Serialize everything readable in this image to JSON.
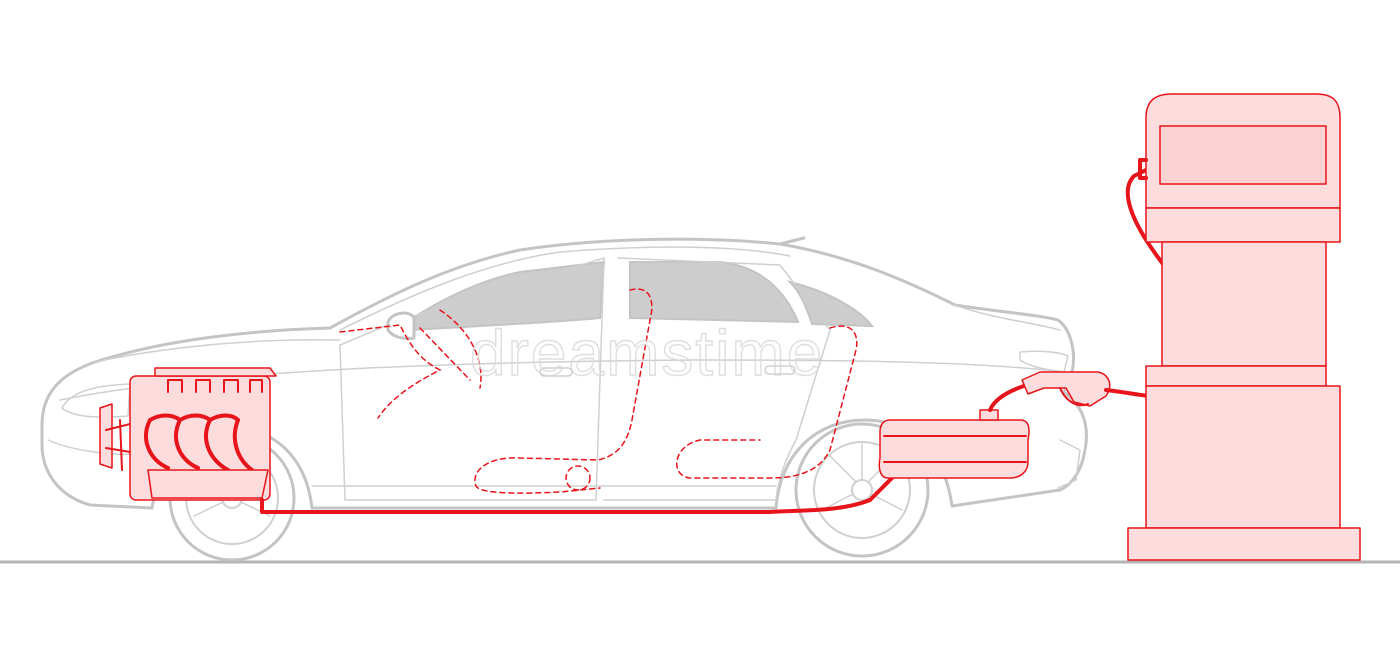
{
  "watermark": {
    "text": "dreamstime"
  },
  "colors": {
    "fuel_line": "#e8141b",
    "component_fill": "#fcdcdc",
    "car_outline": "#c4c4c4",
    "window_glass": "#cdcdcd",
    "ground": "#b4b4b4"
  },
  "components": [
    "car",
    "engine",
    "fuel-line",
    "fuel-tank",
    "fuel-nozzle",
    "fuel-hose",
    "fuel-pump"
  ]
}
